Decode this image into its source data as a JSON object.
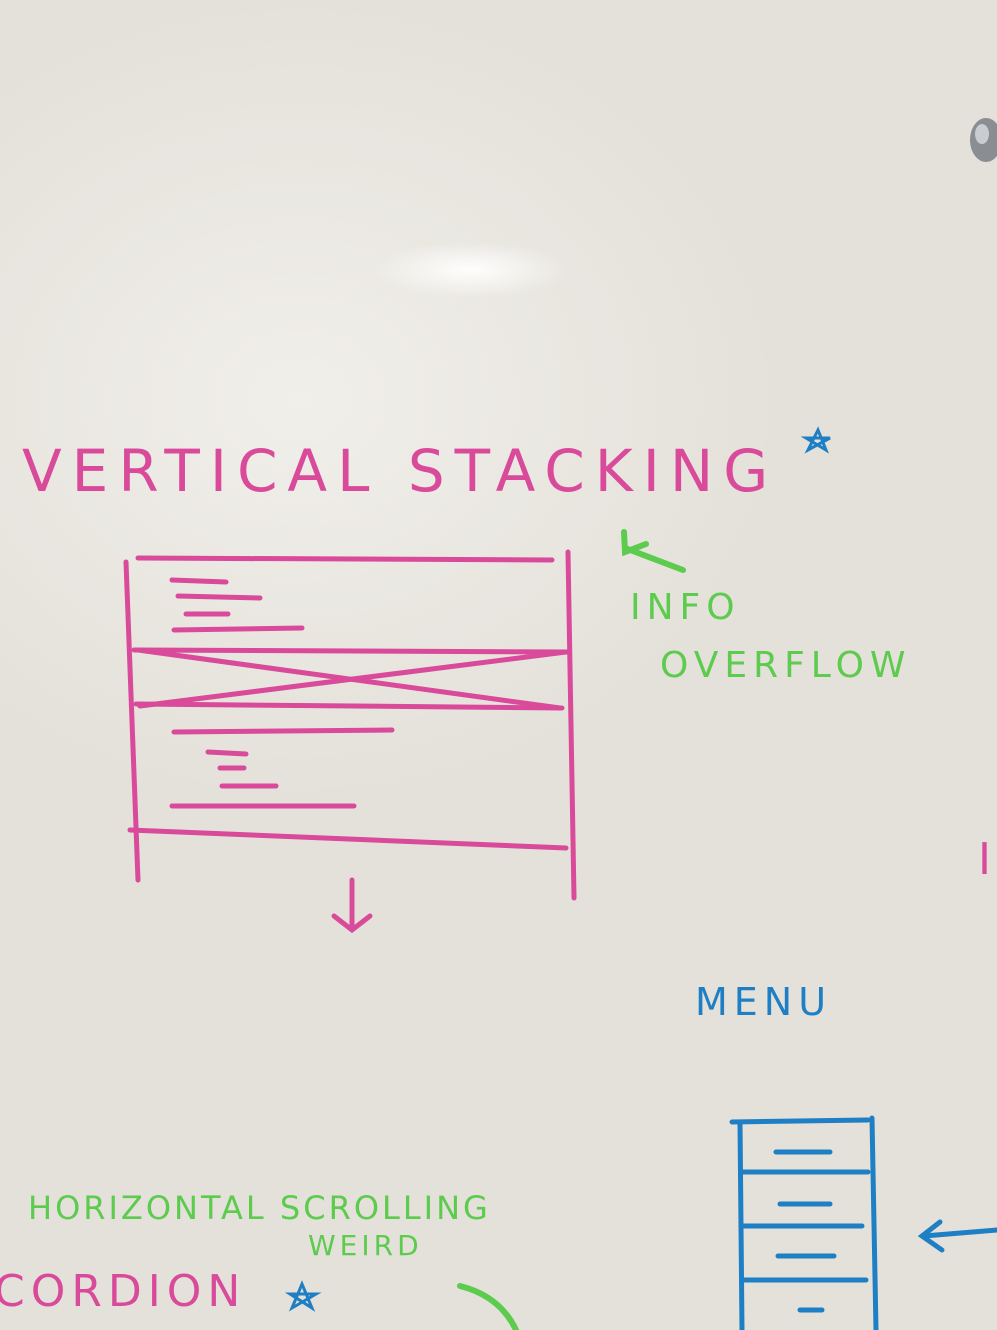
{
  "whiteboard": {
    "title": "VERTICAL STACKING",
    "info_overflow": {
      "line1": "INFO",
      "line2": "OVERFLOW"
    },
    "menu": "MENU",
    "horizontal_scrolling": "HORIZONTAL SCROLLING",
    "weird": "WEIRD",
    "accordion": "CORDION",
    "right_edge_fragment": "I"
  },
  "colors": {
    "pink_marker": "#d94a9a",
    "green_marker": "#5ccb4e",
    "blue_marker": "#1e7fc4"
  }
}
